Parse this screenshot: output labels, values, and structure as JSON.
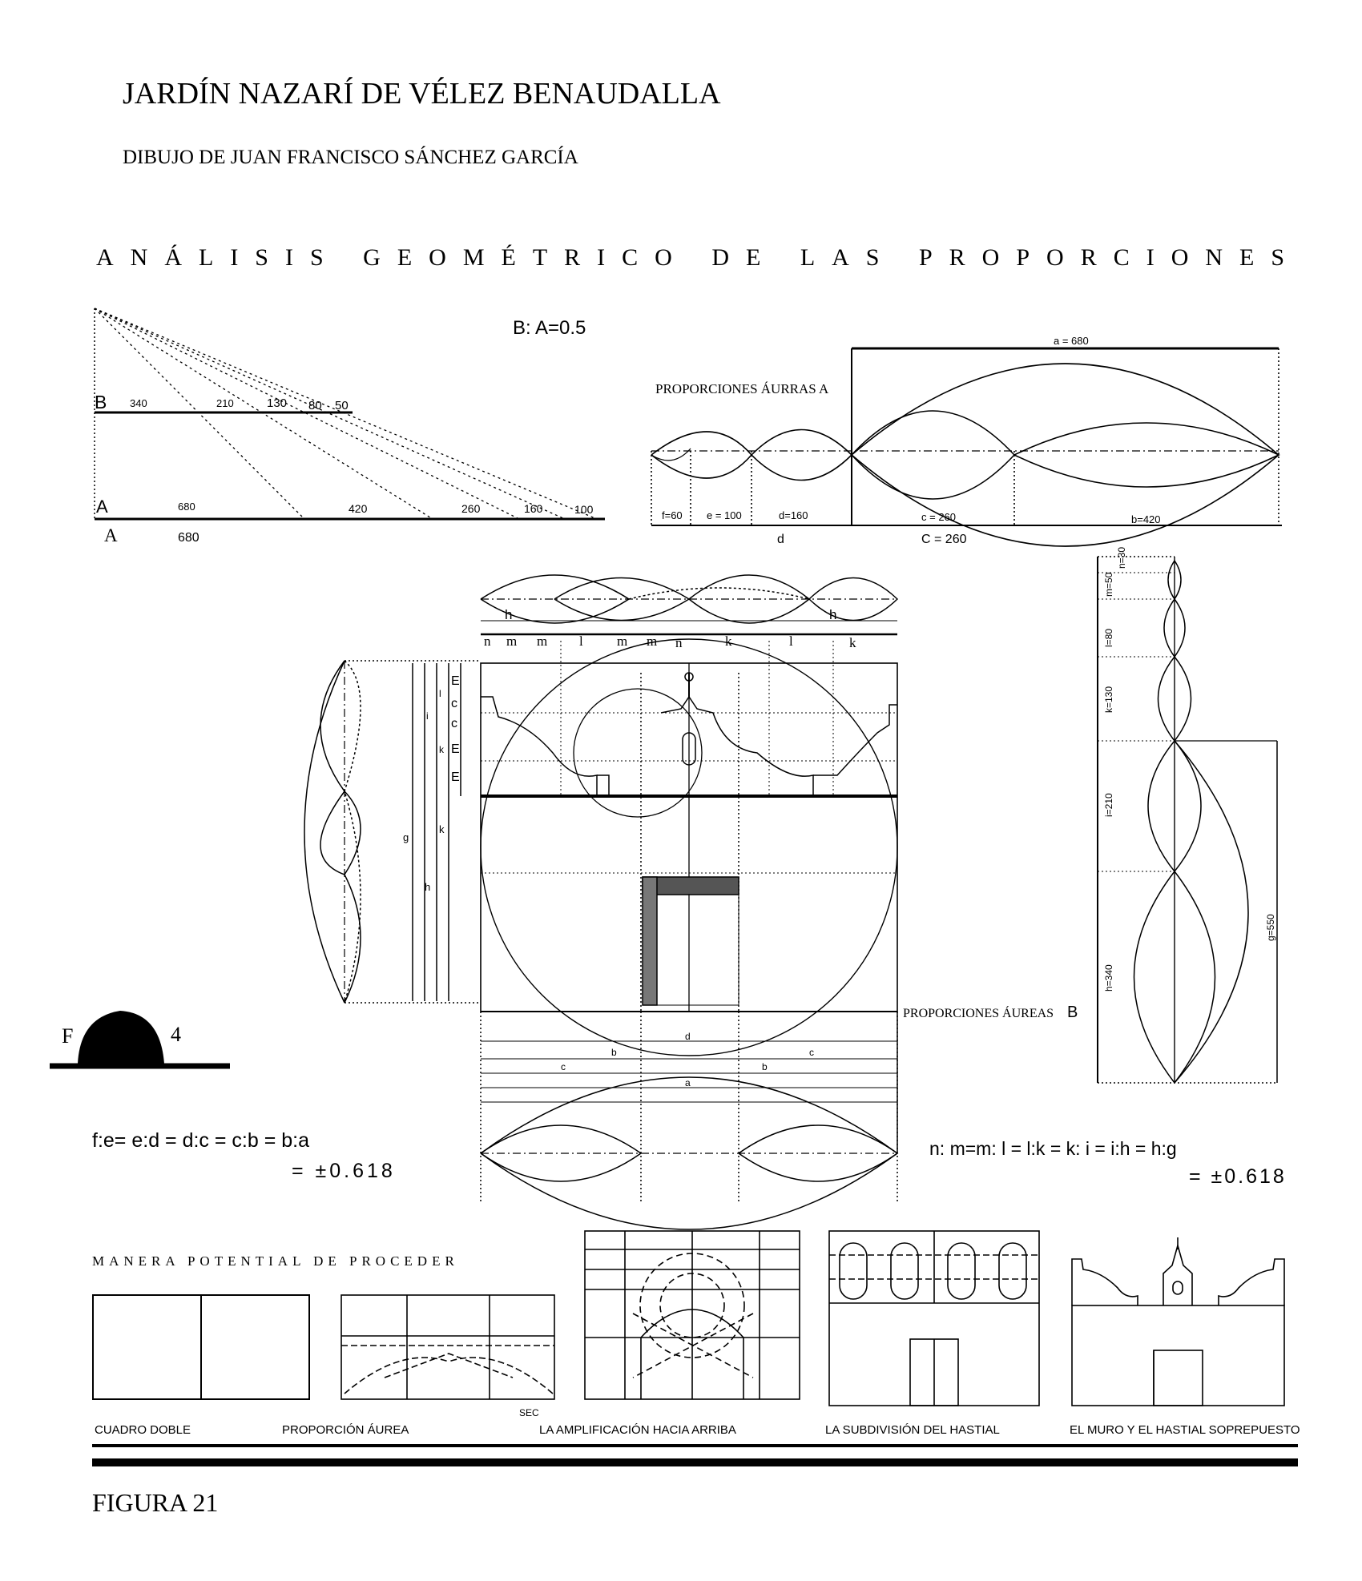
{
  "header": {
    "title": "JARDÍN NAZARÍ DE VÉLEZ BENAUDALLA",
    "subtitle": "DIBUJO DE JUAN FRANCISCO SÁNCHEZ GARCÍA",
    "analysis_heading": "ANÁLISIS GEOMÉTRICO DE LAS PROPORCIONES"
  },
  "ratio_diagram": {
    "ratio_label": "B: A=0.5",
    "b_label": "B",
    "b_values": [
      "340",
      "210",
      "130",
      "80",
      "50"
    ],
    "a_label": "A",
    "a_values": [
      "680",
      "420",
      "260",
      "160",
      "100"
    ],
    "a_label_below": "A",
    "a_value_below": "680"
  },
  "golden_a": {
    "title": "PROPORCIONES ÁURRAS A",
    "a_top": "a = 680",
    "segments": [
      "f=60",
      "e = 100",
      "d=160",
      "c = 260",
      "b=420"
    ],
    "below_d": "d",
    "below_c": "C = 260"
  },
  "facade": {
    "top_row_h": [
      "h",
      "h"
    ],
    "top_row_letters": [
      "n",
      "m",
      "m",
      "l",
      "m",
      "m",
      "n",
      "k",
      "l",
      "k"
    ],
    "left_letters": [
      "E",
      "c",
      "c",
      "E",
      "E"
    ],
    "left_small": [
      "l",
      "i",
      "k"
    ],
    "left_long": [
      "g",
      "h",
      "k"
    ],
    "bottom_letters": [
      "d",
      "b",
      "c",
      "c",
      "b",
      "a"
    ],
    "golden_b_label": "PROPORCIONES ÁUREAS",
    "golden_b_letter": "B"
  },
  "right_column": {
    "labels": [
      "n=30",
      "m=50",
      "l=80",
      "k=130",
      "i=210",
      "h=340",
      "g=550"
    ]
  },
  "stamp": {
    "left": "F",
    "right": "4"
  },
  "formulas": {
    "left_line1": "f:e=  e:d  = d:c = c:b = b:a",
    "left_line2": "= ±0.618",
    "right_line1": "n: m=m: l  =  l:k = k: i  =  i:h = h:g",
    "right_line2": "= ±0.618"
  },
  "procedure": {
    "heading": "MANERA POTENTIAL DE PROCEDER",
    "sec_label": "SEC",
    "captions": [
      "CUADRO DOBLE",
      "PROPORCIÓN ÁUREA",
      "LA AMPLIFICACIÓN HACIA ARRIBA",
      "LA SUBDIVISIÓN DEL HASTIAL",
      "EL MURO Y EL HASTIAL SOPREPUESTO"
    ]
  },
  "footer": {
    "figure": "FIGURA 21"
  }
}
